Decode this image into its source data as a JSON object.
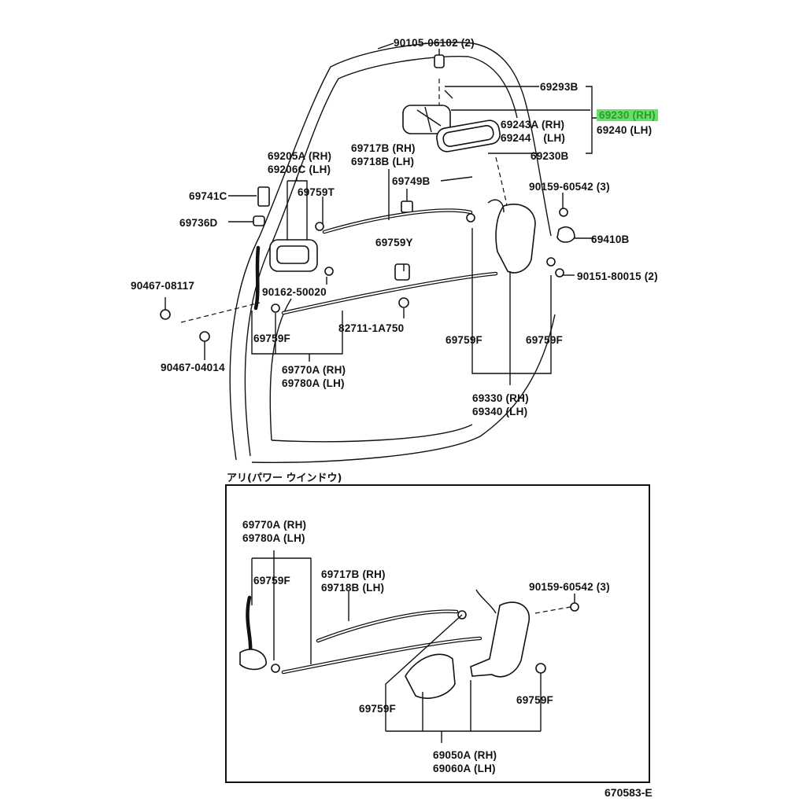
{
  "diagram": {
    "figure_code": "670583-E",
    "highlight_color": "#66e066",
    "highlight_text_color": "#2f9a2f",
    "upper": {
      "labels": [
        {
          "id": "p90105",
          "lines": [
            "90105-06102 (2)"
          ]
        },
        {
          "id": "p69293B",
          "lines": [
            "69293B"
          ]
        },
        {
          "id": "p69230",
          "lines": [
            "69230 (RH)",
            "69240 (LH)"
          ],
          "highlighted_line": 0
        },
        {
          "id": "p69243A",
          "lines": [
            "69243A (RH)",
            "69244    (LH)"
          ]
        },
        {
          "id": "p69230B",
          "lines": [
            "69230B"
          ]
        },
        {
          "id": "p69205A",
          "lines": [
            "69205A (RH)",
            "69206C (LH)"
          ]
        },
        {
          "id": "p69717B",
          "lines": [
            "69717B (RH)",
            "69718B (LH)"
          ]
        },
        {
          "id": "p69741C",
          "lines": [
            "69741C"
          ]
        },
        {
          "id": "p69759T",
          "lines": [
            "69759T"
          ]
        },
        {
          "id": "p69749B",
          "lines": [
            "69749B"
          ]
        },
        {
          "id": "p90159",
          "lines": [
            "90159-60542 (3)"
          ]
        },
        {
          "id": "p69736D",
          "lines": [
            "69736D"
          ]
        },
        {
          "id": "p69410B",
          "lines": [
            "69410B"
          ]
        },
        {
          "id": "p69759Y",
          "lines": [
            "69759Y"
          ]
        },
        {
          "id": "p90467a",
          "lines": [
            "90467-08117"
          ]
        },
        {
          "id": "p90162",
          "lines": [
            "90162-50020"
          ]
        },
        {
          "id": "p90151",
          "lines": [
            "90151-80015 (2)"
          ]
        },
        {
          "id": "p82711",
          "lines": [
            "82711-1A750"
          ]
        },
        {
          "id": "p69759F_a",
          "lines": [
            "69759F"
          ]
        },
        {
          "id": "p69759F_b",
          "lines": [
            "69759F"
          ]
        },
        {
          "id": "p69759F_c",
          "lines": [
            "69759F"
          ]
        },
        {
          "id": "p90467b",
          "lines": [
            "90467-04014"
          ]
        },
        {
          "id": "p69770A",
          "lines": [
            "69770A (RH)",
            "69780A (LH)"
          ]
        },
        {
          "id": "p69330",
          "lines": [
            "69330 (RH)",
            "69340 (LH)"
          ]
        }
      ]
    },
    "lower": {
      "title": "アリ(パワー ウインドウ)",
      "labels": [
        {
          "id": "q69770A",
          "lines": [
            "69770A (RH)",
            "69780A (LH)"
          ]
        },
        {
          "id": "q69759F_a",
          "lines": [
            "69759F"
          ]
        },
        {
          "id": "q69717B",
          "lines": [
            "69717B (RH)",
            "69718B (LH)"
          ]
        },
        {
          "id": "q90159",
          "lines": [
            "90159-60542 (3)"
          ]
        },
        {
          "id": "q69759F_b",
          "lines": [
            "69759F"
          ]
        },
        {
          "id": "q69759F_c",
          "lines": [
            "69759F"
          ]
        },
        {
          "id": "q69050A",
          "lines": [
            "69050A (RH)",
            "69060A (LH)"
          ]
        }
      ]
    }
  }
}
